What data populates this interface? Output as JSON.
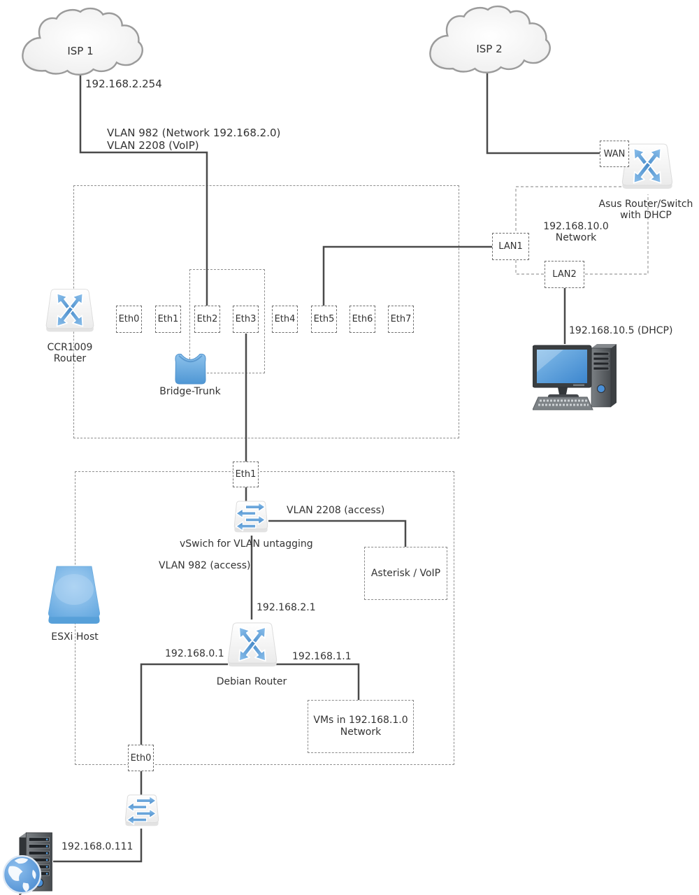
{
  "isp1": {
    "label": "ISP 1",
    "ip": "192.168.2.254",
    "vlan_line1": "VLAN 982 (Network 192.168.2.0)",
    "vlan_line2": "VLAN 2208 (VoIP)"
  },
  "isp2": {
    "label": "ISP 2"
  },
  "ccr": {
    "name_line1": "CCR1009",
    "name_line2": "Router",
    "bridge_label": "Bridge-Trunk",
    "ports": [
      "Eth0",
      "Eth1",
      "Eth2",
      "Eth3",
      "Eth4",
      "Eth5",
      "Eth6",
      "Eth7"
    ]
  },
  "asus": {
    "name_line1": "Asus Router/Switch",
    "name_line2": "with DHCP",
    "wan_port": "WAN",
    "lan1_port": "LAN1",
    "lan2_port": "LAN2",
    "network_line1": "192.168.10.0",
    "network_line2": "Network",
    "client_ip": "192.168.10.5 (DHCP)"
  },
  "esxi": {
    "label": "ESXi Host",
    "eth1_port": "Eth1",
    "eth0_port": "Eth0",
    "vswitch_label": "vSwich for VLAN untagging",
    "vlan2208_label": "VLAN 2208 (access)",
    "vlan982_label": "VLAN 982 (access)",
    "asterisk_label": "Asterisk / VoIP",
    "vms_line1": "VMs in 192.168.1.0",
    "vms_line2": "Network"
  },
  "debian": {
    "name": "Debian Router",
    "ip_vlan982": "192.168.2.1",
    "ip_net0": "192.168.0.1",
    "ip_net1": "192.168.1.1"
  },
  "server": {
    "ip": "192.168.0.111"
  },
  "colors": {
    "line": "#4a4a4a",
    "dash": "#8f8f8f",
    "dash_light": "#ababab",
    "arrow_blue": "#5b9bd5",
    "device_blue": "#5fa5df",
    "text": "#333333"
  }
}
